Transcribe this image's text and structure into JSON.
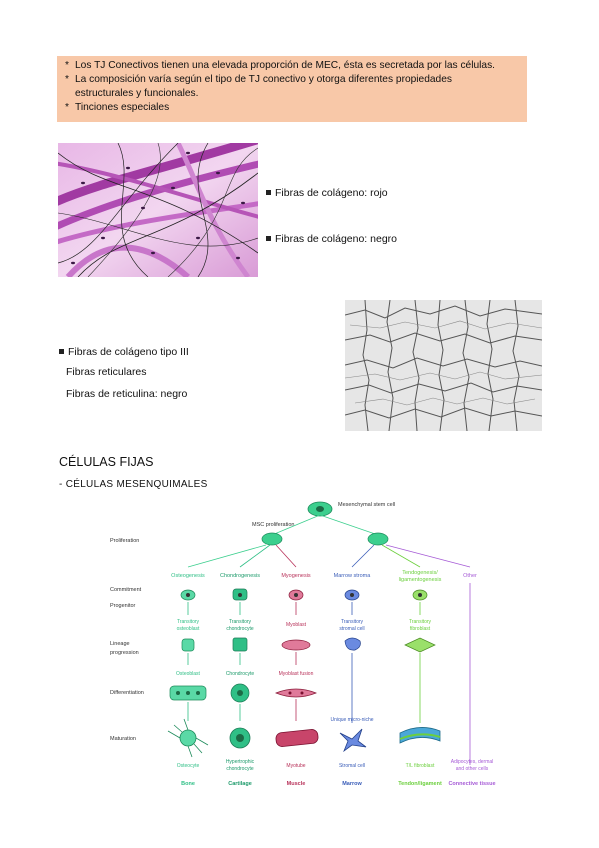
{
  "note": {
    "items": [
      "Los TJ Conectivos tienen una elevada proporción de MEC, ésta es secretada por las células.",
      "La composición varía según el tipo de TJ conectivo y otorga diferentes propiedades",
      "Tinciones especiales"
    ],
    "item2_cont": "estructurales y funcionales."
  },
  "bullet_star": "*",
  "stains": {
    "label1": "Fibras de colágeno: rojo",
    "label2": "Fibras de colágeno: negro",
    "label3": "Fibras de colágeno tipo III",
    "label4": "Fibras reticulares",
    "label5": "Fibras de reticulina: negro"
  },
  "section": {
    "title": "CÉLULAS FIJAS",
    "subtitle": "- CÉLULAS MESENQUIMALES"
  },
  "diagram": {
    "stem": "Mesenchymal stem cell",
    "msc": "MSC proliferation",
    "rows": [
      "Proliferation",
      "Commitment",
      "Progenitor",
      "Lineage",
      "progression",
      "Differentiation",
      "Maturation"
    ],
    "cols": [
      "Osteogenesis",
      "Chondrogenesis",
      "Myogenesis",
      "Marrow stroma",
      "Tendogenesis/",
      "ligamentogenesis",
      "Other"
    ],
    "transit": [
      "Transitory",
      "osteoblast",
      "Transitory",
      "chondrocyte",
      "Myoblast",
      "Transitory",
      "stromal cell",
      "Transitory",
      "fibroblast"
    ],
    "diff": [
      "Osteoblast",
      "Chondrocyte",
      "Myoblast fusion"
    ],
    "micro_niche": "Unique micro-niche",
    "mature": [
      "Osteocyte",
      "Hypertrophic",
      "chondrocyte",
      "Myotube",
      "Stromal cell",
      "T/L fibroblast",
      "Adipocytes, dermal",
      "and other cells"
    ],
    "tissues": [
      "Bone",
      "Cartilage",
      "Muscle",
      "Marrow",
      "Tendon/ligament",
      "Connective tissue"
    ]
  },
  "colors": {
    "note_bg": "#f8c8a8",
    "green": "#2fbf86",
    "muscle": "#b8325a",
    "marrow": "#3a5db8",
    "tendon": "#6ccf3d",
    "other": "#a65bd6"
  }
}
